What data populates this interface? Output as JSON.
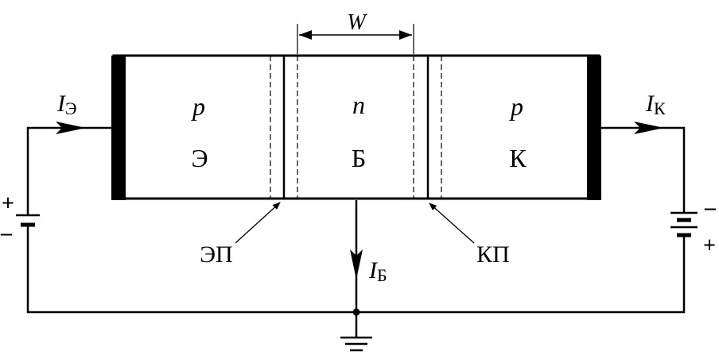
{
  "width_label": "W",
  "regions": {
    "emitter": {
      "type": "p",
      "name": "Э"
    },
    "base": {
      "type": "n",
      "name": "Б"
    },
    "collector": {
      "type": "p",
      "name": "К"
    }
  },
  "junctions": {
    "emitter": "ЭП",
    "collector": "КП"
  },
  "currents": {
    "emitter": {
      "symbol": "I",
      "sub": "Э"
    },
    "collector": {
      "symbol": "I",
      "sub": "К"
    },
    "base": {
      "symbol": "I",
      "sub": "Б"
    }
  },
  "batteries": {
    "left": {
      "plus": "+",
      "minus": "–"
    },
    "right": {
      "plus": "+",
      "minus": "–"
    }
  },
  "colors": {
    "ink": "#000000",
    "background": "#ffffff"
  }
}
